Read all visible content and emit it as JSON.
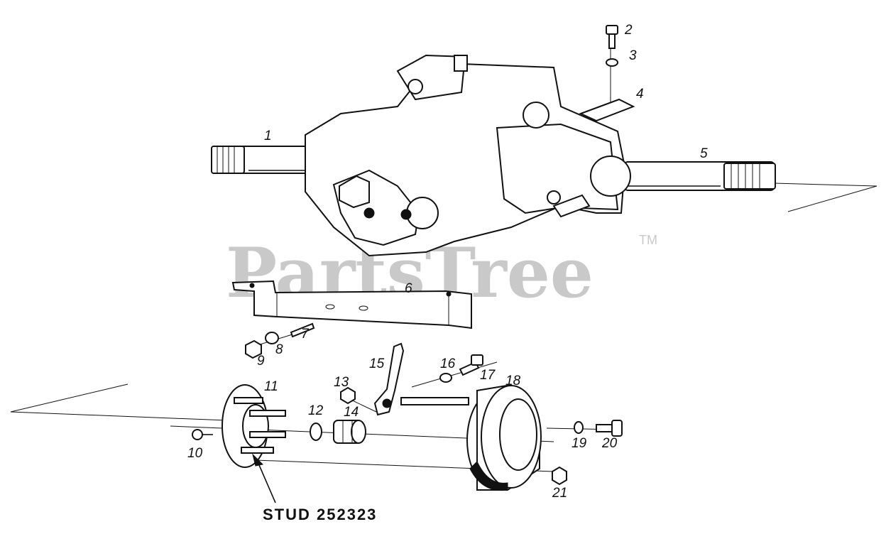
{
  "watermark": {
    "text": "PartsTree",
    "trademark": "TM"
  },
  "callouts": [
    {
      "id": "1",
      "label": "1"
    },
    {
      "id": "2",
      "label": "2"
    },
    {
      "id": "3",
      "label": "3"
    },
    {
      "id": "4",
      "label": "4"
    },
    {
      "id": "5",
      "label": "5"
    },
    {
      "id": "6",
      "label": "6"
    },
    {
      "id": "7",
      "label": "7"
    },
    {
      "id": "8",
      "label": "8"
    },
    {
      "id": "9",
      "label": "9"
    },
    {
      "id": "10",
      "label": "10"
    },
    {
      "id": "11",
      "label": "11"
    },
    {
      "id": "12",
      "label": "12"
    },
    {
      "id": "13",
      "label": "13"
    },
    {
      "id": "14",
      "label": "14"
    },
    {
      "id": "15",
      "label": "15"
    },
    {
      "id": "16",
      "label": "16"
    },
    {
      "id": "17",
      "label": "17"
    },
    {
      "id": "18",
      "label": "18"
    },
    {
      "id": "19",
      "label": "19"
    },
    {
      "id": "20",
      "label": "20"
    },
    {
      "id": "21",
      "label": "21"
    }
  ],
  "stud_note": "STUD 252323"
}
